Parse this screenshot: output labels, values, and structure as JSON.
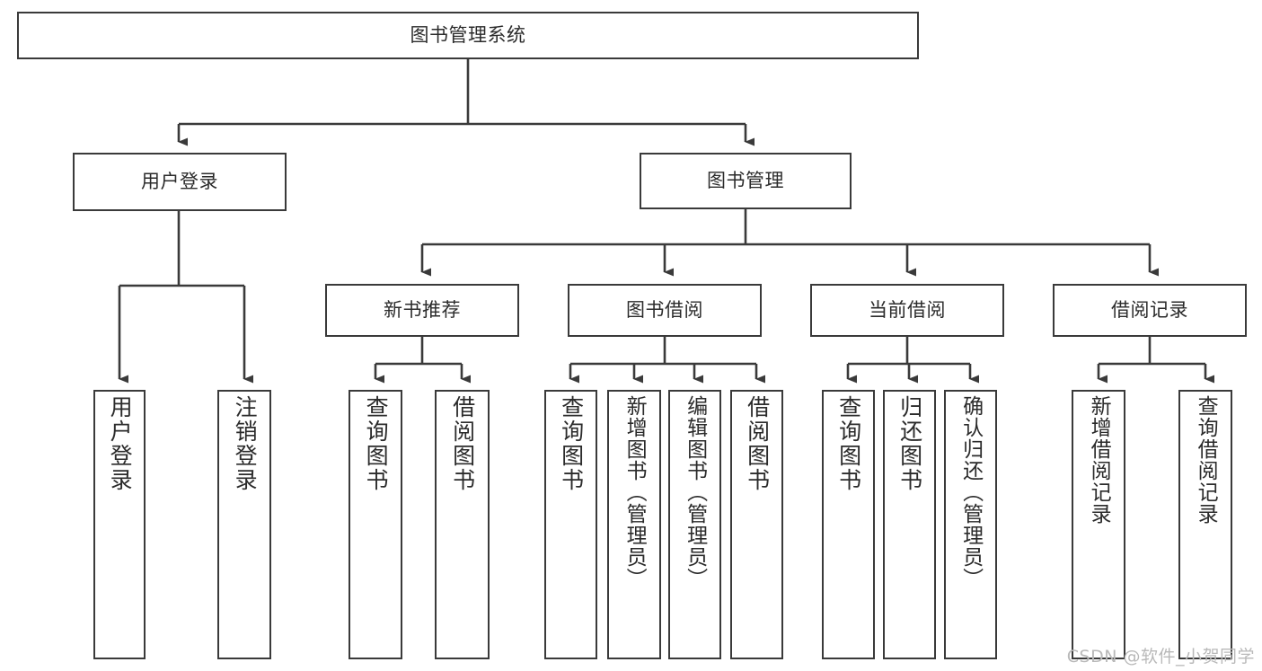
{
  "diagram": {
    "title": "图书管理系统",
    "type": "tree-hierarchy-diagram",
    "stroke_color": "#3a3a3a",
    "text_color": "#2b2b2b",
    "background_color": "#ffffff",
    "root": {
      "label": "图书管理系统"
    },
    "level2": [
      {
        "label": "用户登录"
      },
      {
        "label": "图书管理"
      }
    ],
    "level3": [
      {
        "label": "新书推荐"
      },
      {
        "label": "图书借阅"
      },
      {
        "label": "当前借阅"
      },
      {
        "label": "借阅记录"
      }
    ],
    "leaves": {
      "user_login": [
        {
          "label": "用户登录"
        },
        {
          "label": "注销登录"
        }
      ],
      "new_book_recommend": [
        {
          "label": "查询图书"
        },
        {
          "label": "借阅图书"
        }
      ],
      "book_borrow": [
        {
          "label": "查询图书"
        },
        {
          "label": "新增图书（管理员）"
        },
        {
          "label": "编辑图书（管理员）"
        },
        {
          "label": "借阅图书"
        }
      ],
      "current_borrow": [
        {
          "label": "查询图书"
        },
        {
          "label": "归还图书"
        },
        {
          "label": "确认归还（管理员）"
        }
      ],
      "borrow_record": [
        {
          "label": "新增借阅记录"
        },
        {
          "label": "查询借阅记录"
        }
      ]
    }
  },
  "watermark": {
    "text": "CSDN @软件_小贺同学"
  }
}
